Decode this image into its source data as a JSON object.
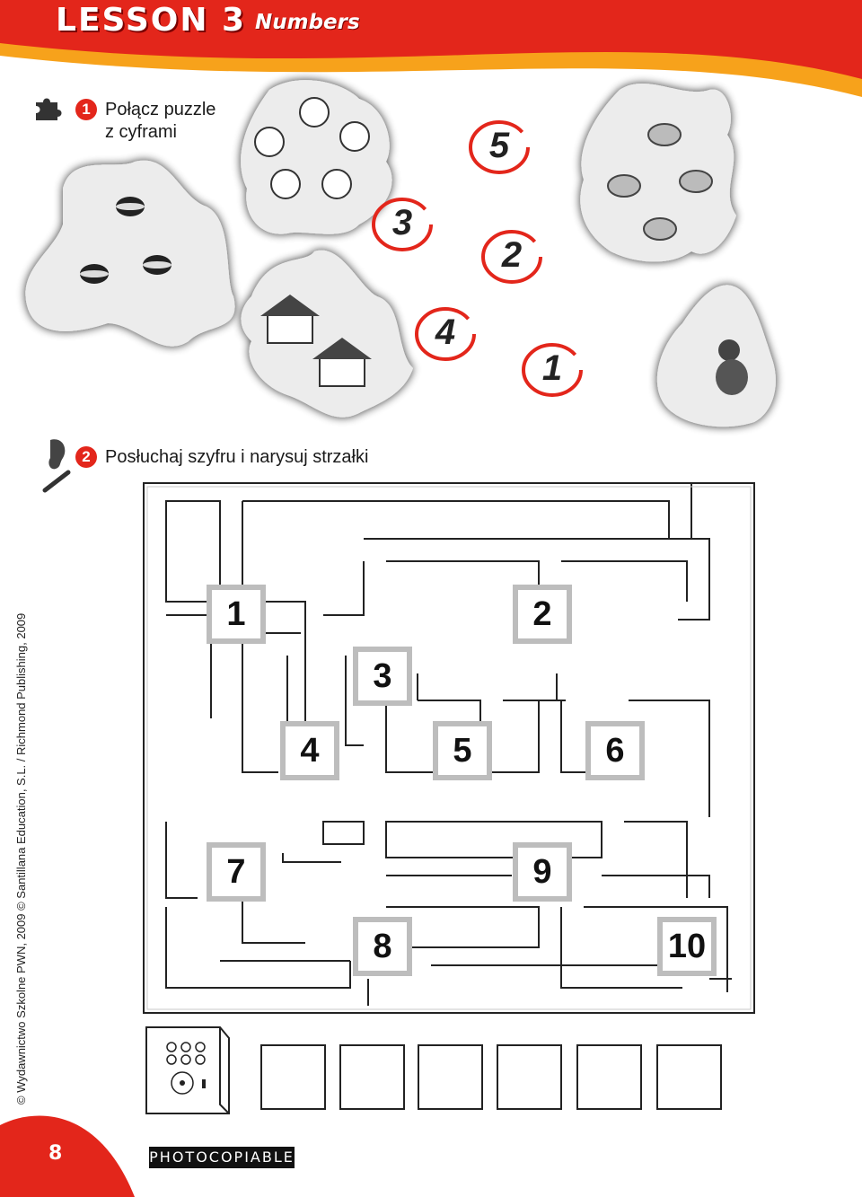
{
  "header": {
    "lesson": "LESSON 3",
    "subtitle": "Numbers"
  },
  "exercise1": {
    "number": "1",
    "instruction_line1": "Połącz puzzle",
    "instruction_line2": "z cyframi",
    "digits": [
      "5",
      "3",
      "2",
      "4",
      "1"
    ]
  },
  "exercise2": {
    "number": "2",
    "instruction": "Posłuchaj szyfru i narysuj strzałki",
    "boxes": [
      "1",
      "2",
      "3",
      "4",
      "5",
      "6",
      "7",
      "8",
      "9",
      "10"
    ]
  },
  "footer": {
    "copyright": "© Wydawnictwo Szkolne PWN, 2009 © Santillana Education, S.L. / Richmond Publishing, 2009",
    "page_number": "8",
    "photocopiable": "PHOTOCOPIABLE"
  },
  "colors": {
    "accent_red": "#e3261b",
    "accent_orange": "#f7a21b",
    "box_gray": "#bdbdbd"
  }
}
